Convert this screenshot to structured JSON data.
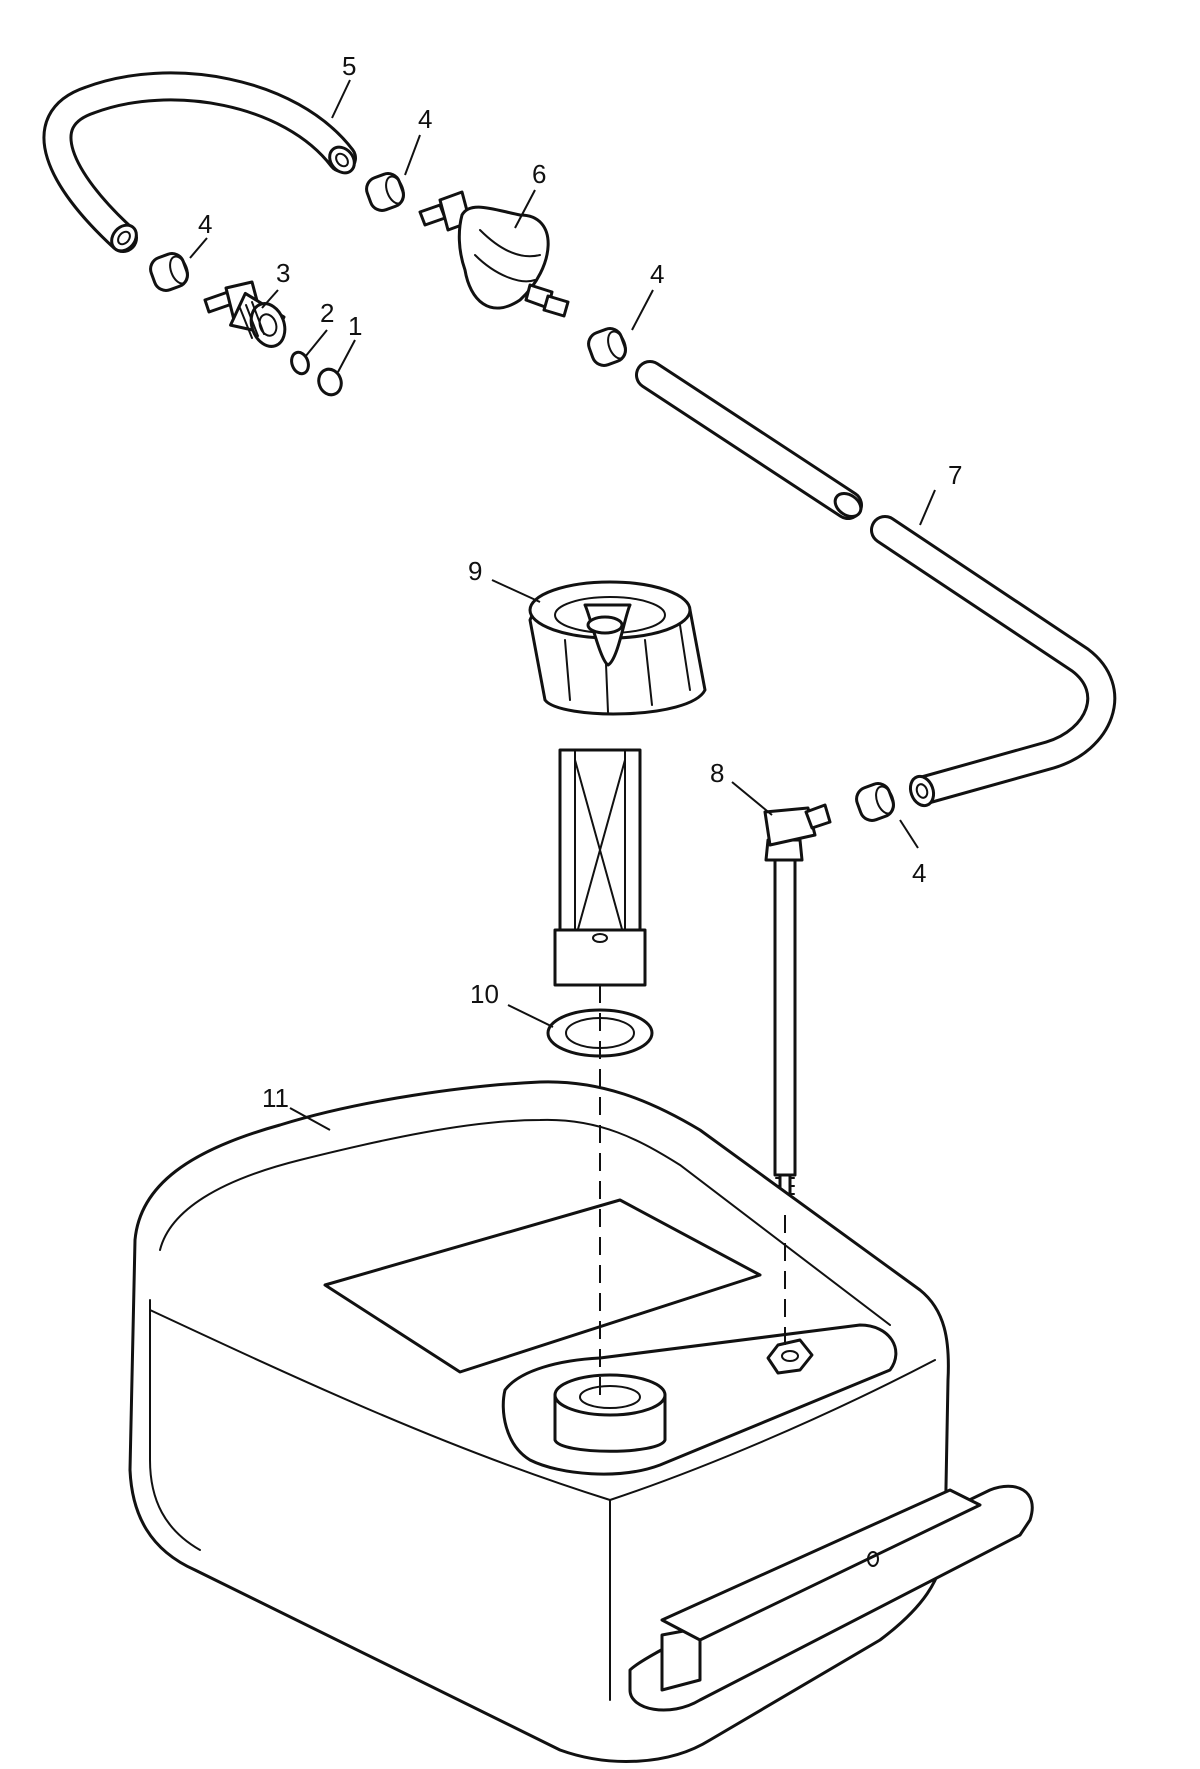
{
  "diagram": {
    "callouts": {
      "c1": "1",
      "c2": "2",
      "c3": "3",
      "c4a": "4",
      "c4b": "4",
      "c4c": "4",
      "c4d": "4",
      "c5": "5",
      "c6": "6",
      "c7": "7",
      "c8": "8",
      "c9": "9",
      "c10": "10",
      "c11": "11"
    }
  }
}
